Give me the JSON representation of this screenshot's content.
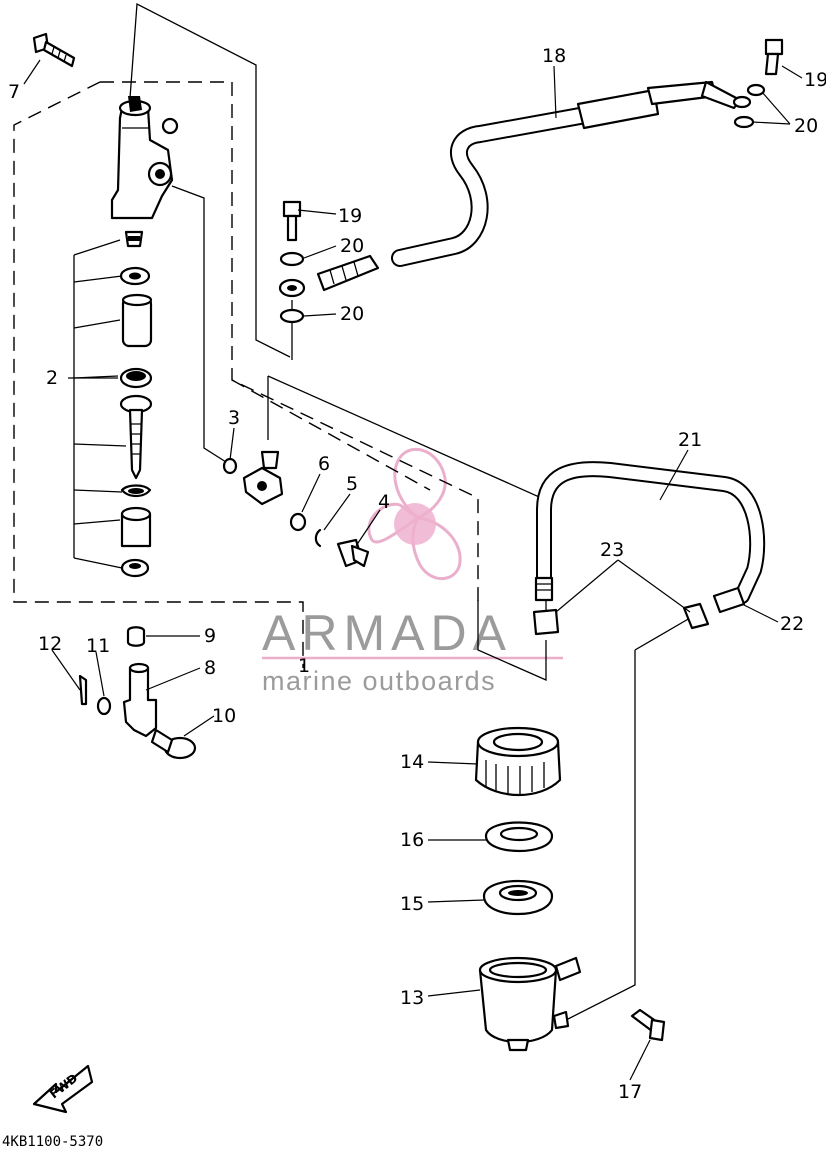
{
  "diagram": {
    "callouts": {
      "c1": "1",
      "c2": "2",
      "c3": "3",
      "c4": "4",
      "c5": "5",
      "c6": "6",
      "c7": "7",
      "c8": "8",
      "c9": "9",
      "c10": "10",
      "c11": "11",
      "c12": "12",
      "c13": "13",
      "c14": "14",
      "c15": "15",
      "c16": "16",
      "c17": "17",
      "c18": "18",
      "c19a": "19",
      "c19b": "19",
      "c20a": "20",
      "c20b": "20",
      "c20c": "20",
      "c21": "21",
      "c22": "22",
      "c23": "23"
    },
    "code": "4KB1100-5370",
    "fwd_label": "FWD"
  },
  "watermark": {
    "name": "ARMADA",
    "subtitle": "marine outboards",
    "color_pink": "#e8a6c6",
    "color_gray": "#7f7f7f"
  }
}
